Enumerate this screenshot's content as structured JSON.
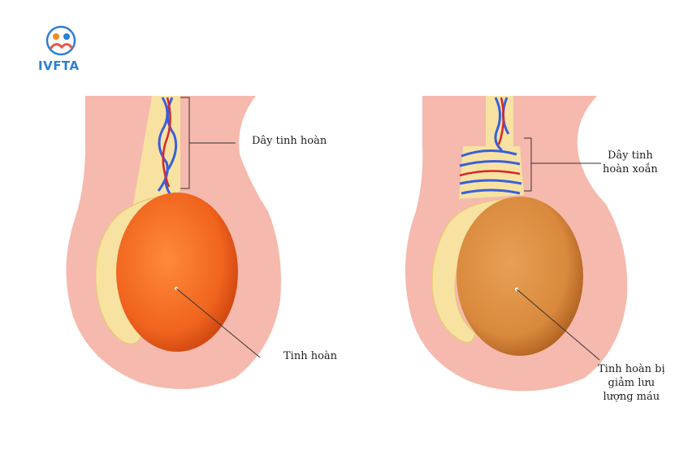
{
  "brand": {
    "name": "IVFTA",
    "colors": {
      "blue": "#2a7fd4",
      "orange": "#f28c28",
      "coral": "#e8574a"
    }
  },
  "left_diagram": {
    "cord_label": "Dây tinh hoàn",
    "testis_label": "Tinh hoàn"
  },
  "right_diagram": {
    "cord_label_line1": "Dây tinh",
    "cord_label_line2": "hoàn xoắn",
    "testis_label_line1": "Tinh hoàn bị",
    "testis_label_line2": "giảm lưu",
    "testis_label_line3": "lượng máu"
  },
  "colors": {
    "scrotum": "#f6b9ad",
    "tunica": "#f7e2a2",
    "testis_healthy": "#f0641e",
    "testis_ischemic": "#d9893c",
    "vein": "#3a5fd9",
    "artery": "#d8262a"
  }
}
